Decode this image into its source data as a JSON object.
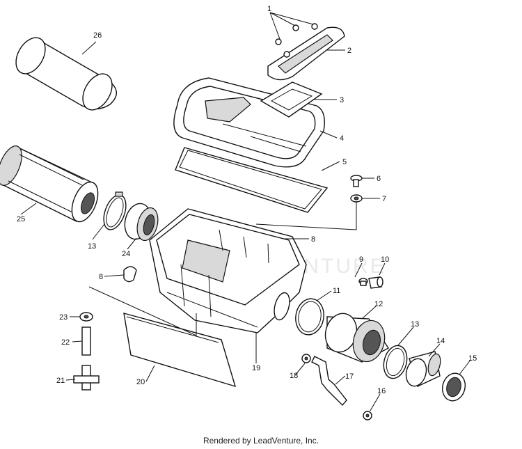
{
  "diagram": {
    "callouts": [
      "1",
      "2",
      "3",
      "4",
      "5",
      "6",
      "7",
      "8",
      "8",
      "9",
      "10",
      "11",
      "12",
      "13",
      "13",
      "14",
      "15",
      "16",
      "17",
      "18",
      "19",
      "20",
      "21",
      "22",
      "23",
      "24",
      "25",
      "26"
    ]
  },
  "watermark": "LEADVENTURE",
  "footer": {
    "text": "Rendered by LeadVenture, Inc."
  }
}
